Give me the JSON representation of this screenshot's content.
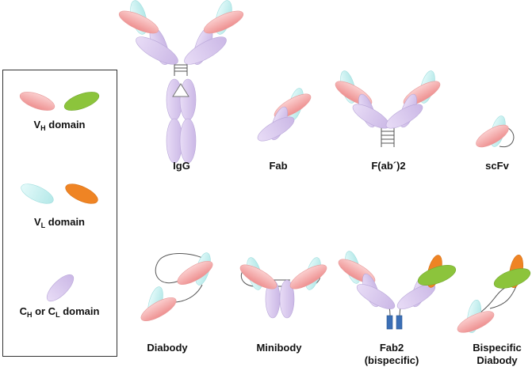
{
  "legend": {
    "vh": {
      "main": "V",
      "sub": "H",
      "rest": " domain"
    },
    "vl": {
      "main": "V",
      "sub": "L",
      "rest": " domain"
    },
    "c": {
      "main1": "C",
      "sub1": "H",
      "mid": " or C",
      "sub2": "L",
      "rest": " domain"
    }
  },
  "formats": {
    "igg": "IgG",
    "fab": "Fab",
    "fab2prime": "F(ab´)2",
    "scfv": "scFv",
    "diabody": "Diabody",
    "minibody": "Minibody",
    "fab2_line1": "Fab2",
    "fab2_line2": "(bispecific)",
    "bisp_line1": "Bispecific",
    "bisp_line2": "Diabody"
  },
  "colors": {
    "vh": "#f4a3a3",
    "vl": "#c8f0f0",
    "constant": "#d8c8ee",
    "vh2": "#8cc43c",
    "vl2": "#ef8424",
    "dimerization": "#3b6fb6"
  }
}
